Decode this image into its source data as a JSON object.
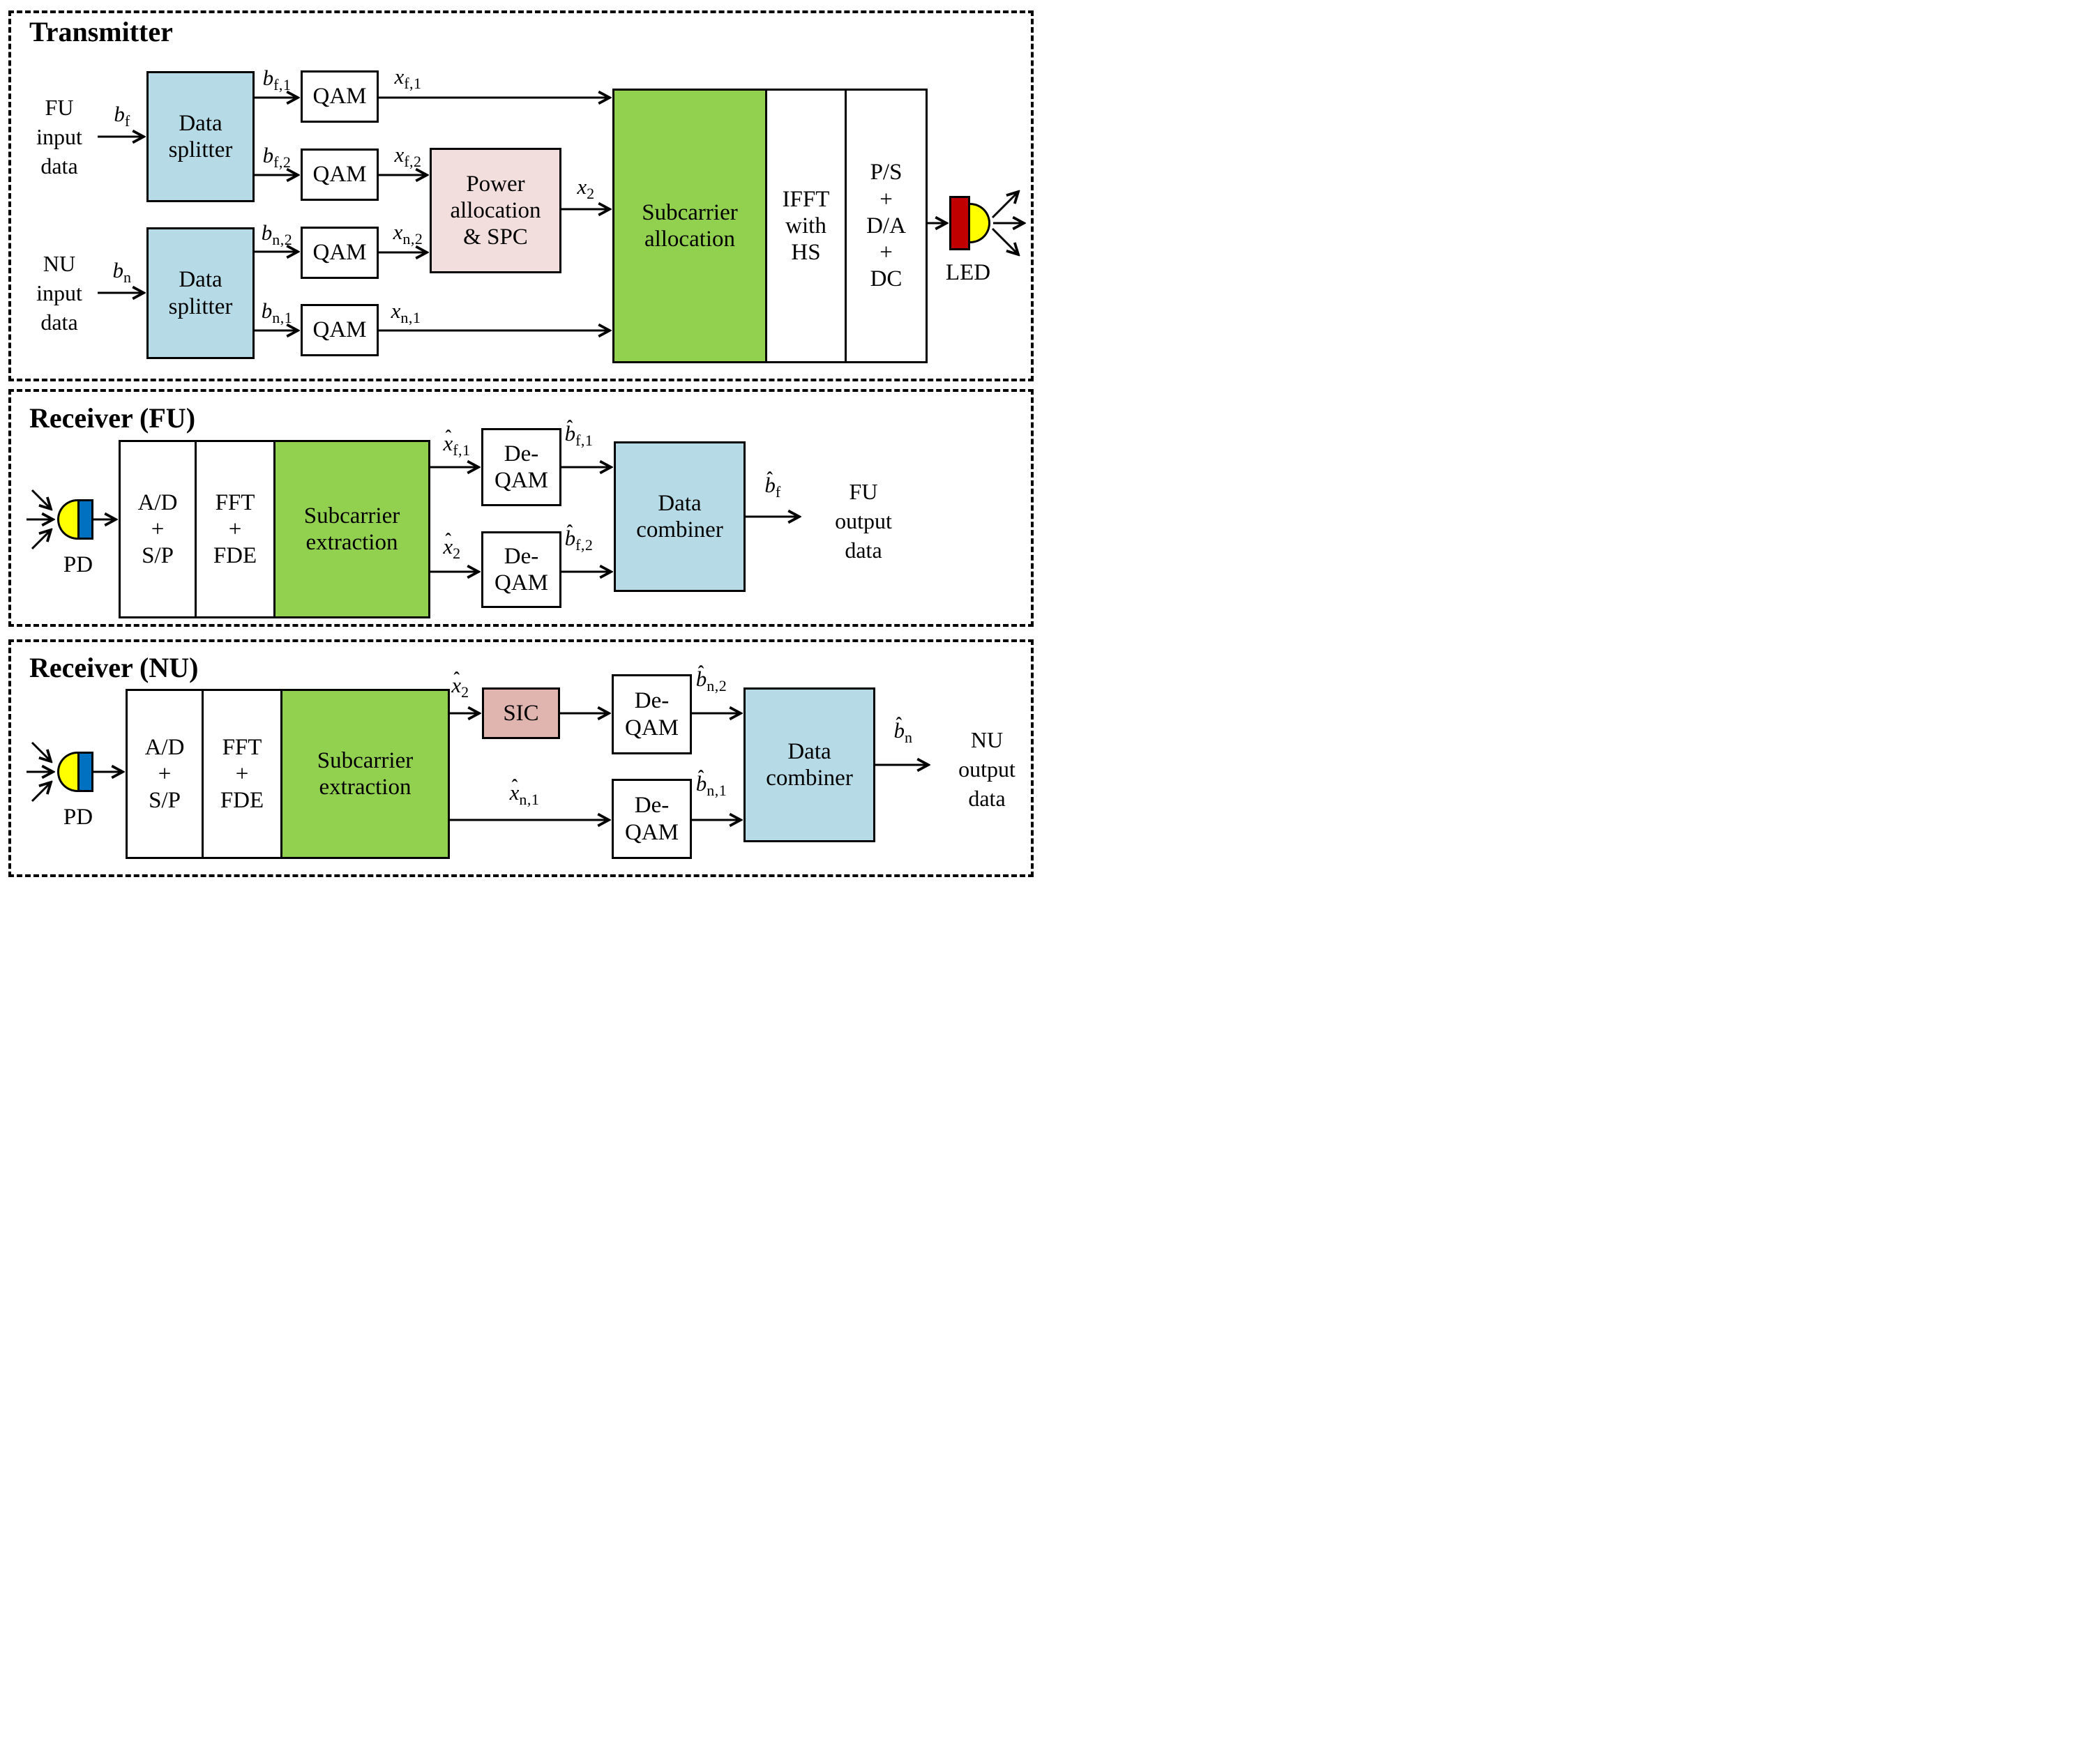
{
  "colors": {
    "light_blue": "#b6dbe7",
    "green": "#92d050",
    "pale_pink": "#f1dedd",
    "rose": "#e0b4af",
    "led_red": "#c00000",
    "bulb_yellow": "#ffff00",
    "pd_blue": "#0070c0"
  },
  "transmitter": {
    "title": "Transmitter",
    "fu_input_label": "FU\ninput\ndata",
    "nu_input_label": "NU\ninput\ndata",
    "data_splitter_label": "Data\nsplitter",
    "qam_label": "QAM",
    "power_allocation_label": "Power\nallocation\n& SPC",
    "subcarrier_allocation_label": "Subcarrier\nallocation",
    "ifft_label": "IFFT\nwith\nHS",
    "ps_da_dc_label": "P/S\n+\nD/A\n+\nDC",
    "led_label": "LED",
    "signals": {
      "b_f": {
        "base": "b",
        "sub": "f"
      },
      "b_n": {
        "base": "b",
        "sub": "n"
      },
      "b_f1": {
        "base": "b",
        "sub": "f,1"
      },
      "b_f2": {
        "base": "b",
        "sub": "f,2"
      },
      "b_n2": {
        "base": "b",
        "sub": "n,2"
      },
      "b_n1": {
        "base": "b",
        "sub": "n,1"
      },
      "x_f1": {
        "base": "x",
        "sub": "f,1"
      },
      "x_f2": {
        "base": "x",
        "sub": "f,2"
      },
      "x_n2": {
        "base": "x",
        "sub": "n,2"
      },
      "x_n1": {
        "base": "x",
        "sub": "n,1"
      },
      "x_2": {
        "base": "x",
        "sub": "2"
      }
    }
  },
  "receiver_fu": {
    "title": "Receiver (FU)",
    "pd_label": "PD",
    "ad_sp_label": "A/D\n+\nS/P",
    "fft_fde_label": "FFT\n+\nFDE",
    "subcarrier_extraction_label": "Subcarrier\nextraction",
    "de_qam_label": "De-\nQAM",
    "data_combiner_label": "Data\ncombiner",
    "fu_output_label": "FU\noutput\ndata",
    "signals": {
      "x_hat_f1": {
        "hat": "ˆ",
        "base": "x",
        "sub": "f,1"
      },
      "x_hat_2": {
        "hat": "ˆ",
        "base": "x",
        "sub": "2"
      },
      "b_hat_f1": {
        "hat": "ˆ",
        "base": "b",
        "sub": "f,1"
      },
      "b_hat_f2": {
        "hat": "ˆ",
        "base": "b",
        "sub": "f,2"
      },
      "b_hat_f": {
        "hat": "ˆ",
        "base": "b",
        "sub": "f"
      }
    }
  },
  "receiver_nu": {
    "title": "Receiver (NU)",
    "pd_label": "PD",
    "ad_sp_label": "A/D\n+\nS/P",
    "fft_fde_label": "FFT\n+\nFDE",
    "subcarrier_extraction_label": "Subcarrier\nextraction",
    "sic_label": "SIC",
    "de_qam_label": "De-\nQAM",
    "data_combiner_label": "Data\ncombiner",
    "nu_output_label": "NU\noutput\ndata",
    "signals": {
      "x_hat_2": {
        "hat": "ˆ",
        "base": "x",
        "sub": "2"
      },
      "x_hat_n1": {
        "hat": "ˆ",
        "base": "x",
        "sub": "n,1"
      },
      "b_hat_n2": {
        "hat": "ˆ",
        "base": "b",
        "sub": "n,2"
      },
      "b_hat_n1": {
        "hat": "ˆ",
        "base": "b",
        "sub": "n,1"
      },
      "b_hat_n": {
        "hat": "ˆ",
        "base": "b",
        "sub": "n"
      }
    }
  }
}
